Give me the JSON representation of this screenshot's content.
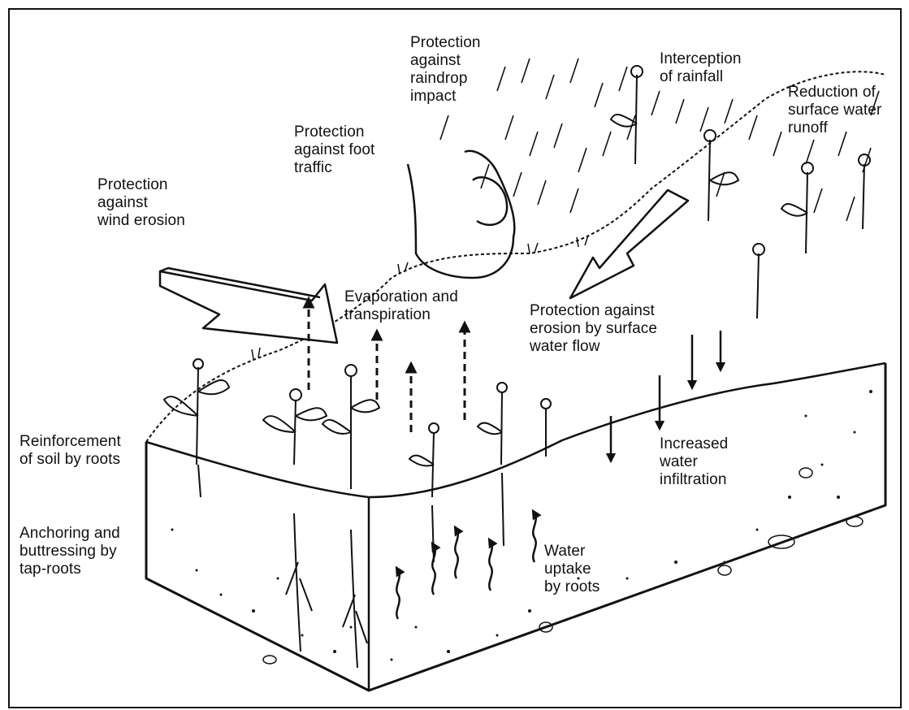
{
  "labels": {
    "wind": "Protection\nagainst\nwind erosion",
    "foot": "Protection\nagainst foot\ntraffic",
    "raindrop": "Protection\nagainst\nraindrop\nimpact",
    "interception": "Interception\nof rainfall",
    "runoff": "Reduction of\nsurface water\nrunoff",
    "evap": "Evaporation and\ntranspiration",
    "surface_flow": "Protection against\nerosion by surface\nwater flow",
    "reinforcement": "Reinforcement\nof soil by roots",
    "infiltration": "Increased\nwater\ninfiltration",
    "anchoring": "Anchoring and\nbuttressing by\ntap-roots",
    "uptake": "Water\nuptake\nby roots"
  }
}
